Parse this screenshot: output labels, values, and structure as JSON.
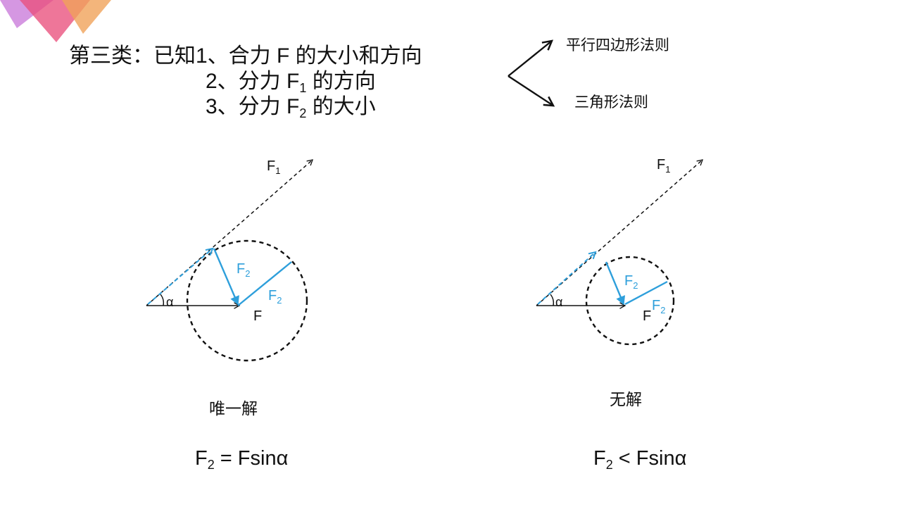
{
  "header": {
    "line1": {
      "lead": "第三类：已知1、合力 F 的大小和方向"
    },
    "line2": {
      "pre": "2、分力 F",
      "sub": "1",
      "post": " 的方向"
    },
    "line3": {
      "pre": "3、分力 F",
      "sub": "2",
      "post": " 的大小"
    }
  },
  "branches": {
    "upper": "平行四边形法则",
    "lower": "三角形法则"
  },
  "left_case": {
    "labels": {
      "f1": "F",
      "f1_sub": "1",
      "f2a": "F",
      "f2a_sub": "2",
      "f2b": "F",
      "f2b_sub": "2",
      "f": "F",
      "alpha": "α"
    },
    "caption": "唯一解",
    "formula": {
      "pre": "F",
      "sub": "2",
      "post": " = Fsinα"
    }
  },
  "right_case": {
    "labels": {
      "f1": "F",
      "f1_sub": "1",
      "f2a": "F",
      "f2a_sub": "2",
      "f2b": "F",
      "f2b_sub": "2",
      "f": "F",
      "alpha": "α"
    },
    "caption": "无解",
    "formula": {
      "pre": "F",
      "sub": "2",
      "post": " < Fsinα"
    }
  },
  "colors": {
    "vector_blue": "#2E9FDB",
    "ink": "#111111",
    "deco_pink": "#E94F7C",
    "deco_orange": "#F0A35A",
    "deco_violet": "#C774D8"
  },
  "icons": {
    "corner": "triangle-decoration-icon",
    "branch": "branch-arrows-icon"
  }
}
